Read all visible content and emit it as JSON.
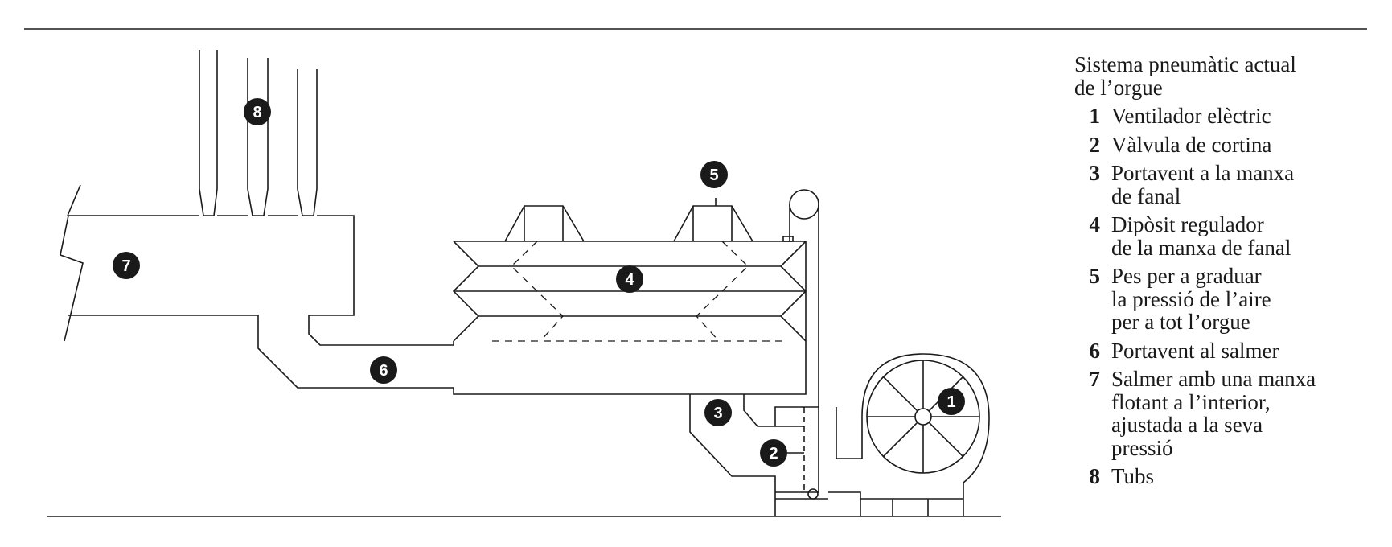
{
  "legend": {
    "title_lines": [
      "Sistema pneumàtic actual",
      "de l’orgue"
    ],
    "items": [
      {
        "number": "1",
        "lines": [
          "Ventilador elèctric"
        ]
      },
      {
        "number": "2",
        "lines": [
          "Vàlvula de cortina"
        ]
      },
      {
        "number": "3",
        "lines": [
          "Portavent a la manxa",
          "de fanal"
        ]
      },
      {
        "number": "4",
        "lines": [
          "Dipòsit regulador",
          "de la manxa de fanal"
        ]
      },
      {
        "number": "5",
        "lines": [
          "Pes per a graduar",
          "la pressió de l’aire",
          "per a tot l’orgue"
        ]
      },
      {
        "number": "6",
        "lines": [
          "Portavent al salmer"
        ]
      },
      {
        "number": "7",
        "lines": [
          "Salmer amb una manxa",
          "flotant a l’interior,",
          "ajustada a la seva",
          "pressió"
        ]
      },
      {
        "number": "8",
        "lines": [
          "Tubs"
        ]
      }
    ]
  },
  "markers": {
    "m1": "1",
    "m2": "2",
    "m3": "3",
    "m4": "4",
    "m5": "5",
    "m6": "6",
    "m7": "7",
    "m8": "8"
  },
  "colors": {
    "line": "#1a1a1a",
    "marker_fill": "#1a1a1a",
    "marker_text": "#ffffff",
    "background": "#ffffff"
  }
}
